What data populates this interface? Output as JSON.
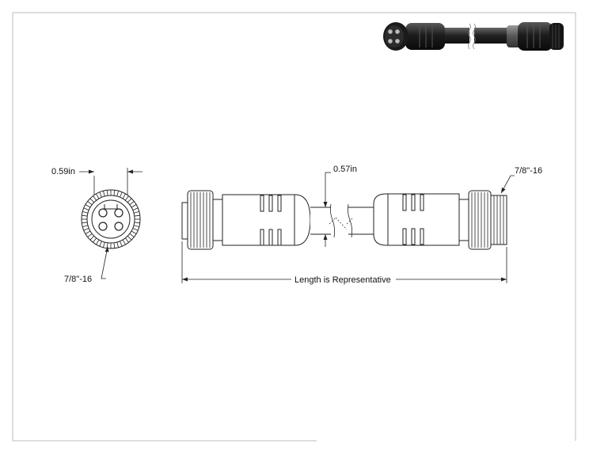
{
  "dimensions": {
    "end_width": "0.59in",
    "cable_diameter": "0.57in",
    "end_thread": "7/8\"-16",
    "male_thread": "7/8\"-16",
    "overall_length": "Length is Representative"
  },
  "icons": {
    "end_view": "female-connector-end-view-icon",
    "side_view": "cordset-side-view-icon",
    "iso_photo": "cordset-photo-icon"
  },
  "colors": {
    "line": "#222222",
    "frame": "#bbbbbb",
    "cable_dark": "#1a1a1a"
  }
}
